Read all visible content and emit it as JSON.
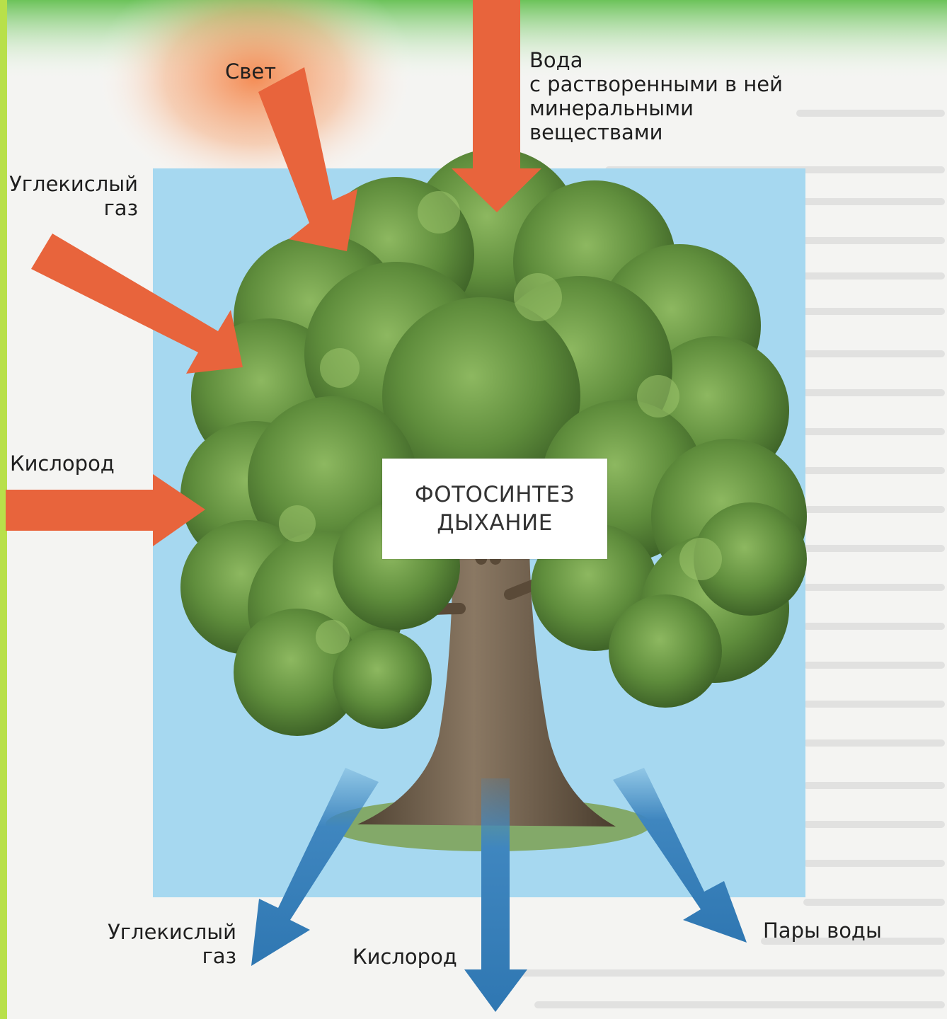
{
  "labels": {
    "light": "Свет",
    "water": "Вода\nс растворенными в ней\nминеральными\nвеществами",
    "co2_in": "Углекислый\nгаз",
    "o2_in": "Кислород",
    "co2_out": "Углекислый\nгаз",
    "o2_out": "Кислород",
    "vapor_out": "Пары воды"
  },
  "center": {
    "line1": "ФОТОСИНТЕЗ",
    "line2": "ДЫХАНИЕ"
  },
  "colors": {
    "inflow_arrow": "#e8643c",
    "outflow_arrow": "#3f86bf",
    "sky_panel": "#a6d8f0",
    "left_border": "#b8e04a",
    "foliage": "#5a8a3a",
    "trunk": "#6b5a45"
  }
}
